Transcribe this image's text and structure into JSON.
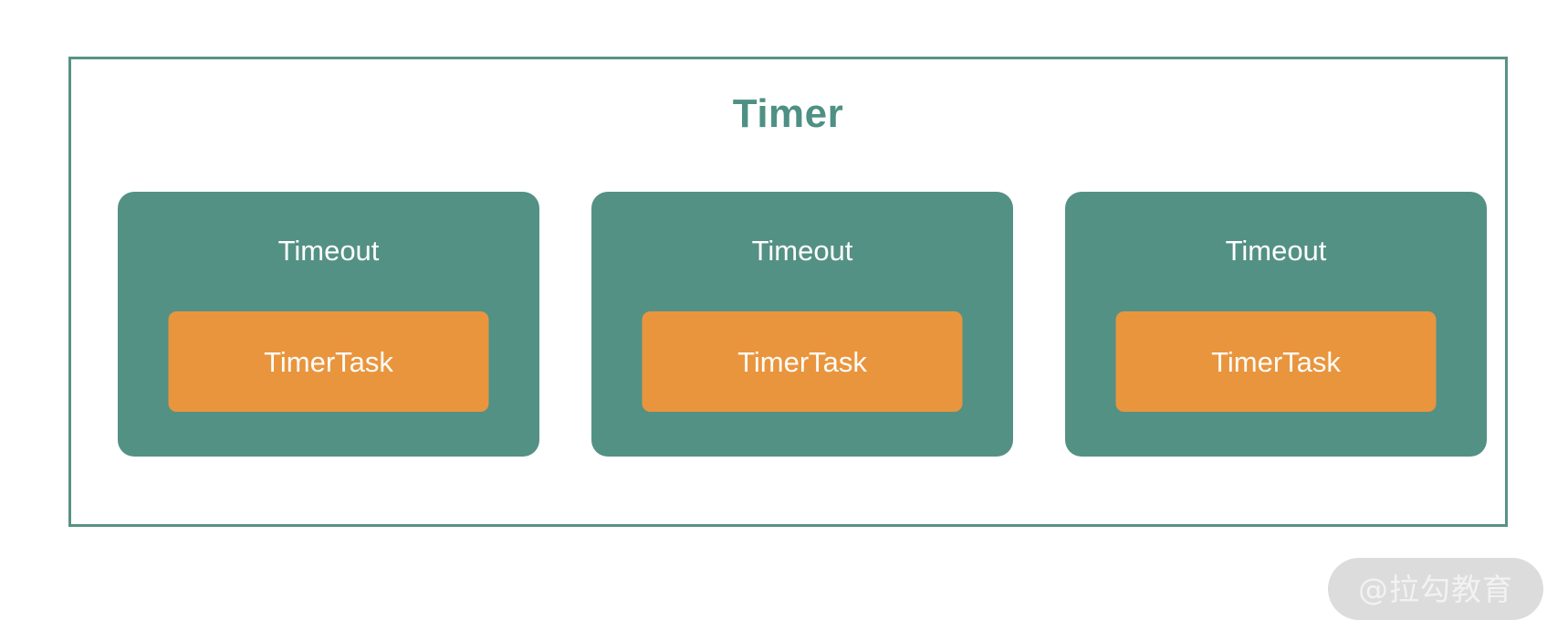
{
  "diagram": {
    "title": "Timer",
    "border_color": "#589285",
    "title_color": "#4E9084",
    "background": "#ffffff",
    "card_color": "#539184",
    "task_color": "#E9953E",
    "card_text_color": "#ffffff",
    "task_text_color": "#FDFCF8",
    "cards": [
      {
        "label": "Timeout",
        "task": "TimerTask"
      },
      {
        "label": "Timeout",
        "task": "TimerTask"
      },
      {
        "label": "Timeout",
        "task": "TimerTask"
      }
    ]
  },
  "watermark": {
    "text": "@拉勾教育",
    "pill_color": "#DCDCDC",
    "text_color": "#F2F2F2"
  }
}
